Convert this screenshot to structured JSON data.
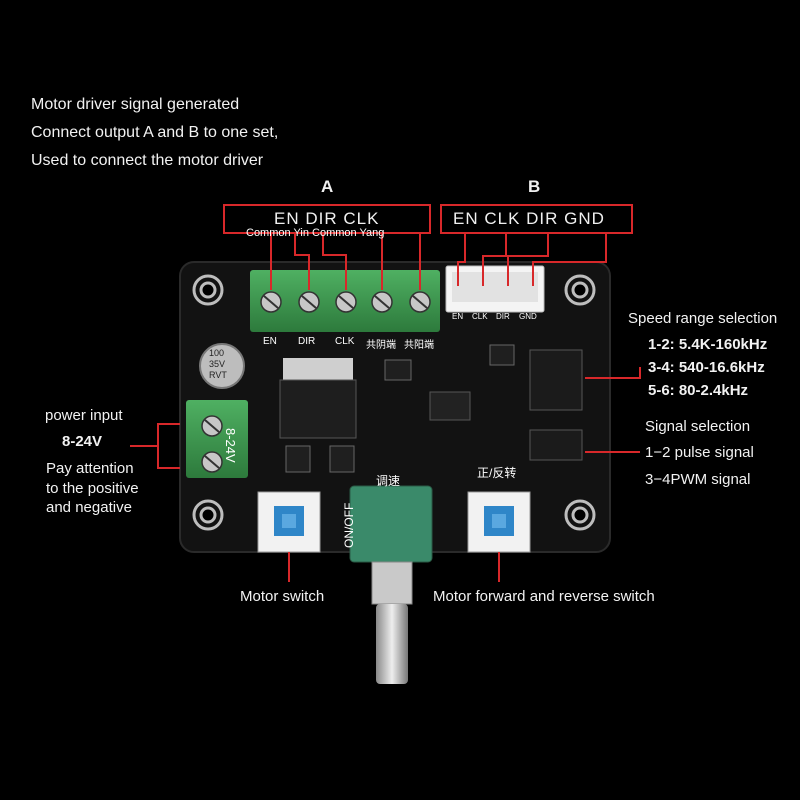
{
  "intro": [
    "Motor driver signal generated",
    "Connect output A and B to one set,",
    "Used to connect the motor driver"
  ],
  "group_a": {
    "label": "A",
    "pins": "EN  DIR  CLK",
    "sublabel": "Common Yin Common Yang"
  },
  "group_b": {
    "label": "B",
    "pins": "EN   CLK   DIR   GND"
  },
  "board": {
    "silk_a": [
      "EN",
      "DIR",
      "CLK",
      "共阴端",
      "共阳端"
    ],
    "silk_b": [
      "EN",
      "CLK",
      "DIR",
      "GND"
    ],
    "silk_power": "8-24V",
    "silk_onoff": "ON/OFF",
    "silk_speed": "调速",
    "silk_fwdrev": "正/反转",
    "capacitor": [
      "100",
      "35V",
      "RVT"
    ]
  },
  "left_notes": {
    "power_input": "power input",
    "voltage": "8-24V",
    "attention": [
      "Pay attention",
      "to the positive",
      "and negative"
    ]
  },
  "right_notes": {
    "speed_title": "Speed range selection",
    "speed_ranges": [
      "1-2:  5.4K-160kHz",
      "3-4:  540-16.6kHz",
      "5-6:  80-2.4kHz"
    ],
    "signal_title": "Signal selection",
    "signal_items": [
      "1−2 pulse signal",
      "3−4PWM signal"
    ]
  },
  "bottom_notes": {
    "motor_switch": "Motor switch",
    "fwd_rev_switch": "Motor forward and reverse switch"
  },
  "colors": {
    "background": "#000000",
    "annotation_red": "#d8282a",
    "pcb": "#111111",
    "terminal_green": "#3f9a52",
    "button_blue": "#2f86c8"
  }
}
